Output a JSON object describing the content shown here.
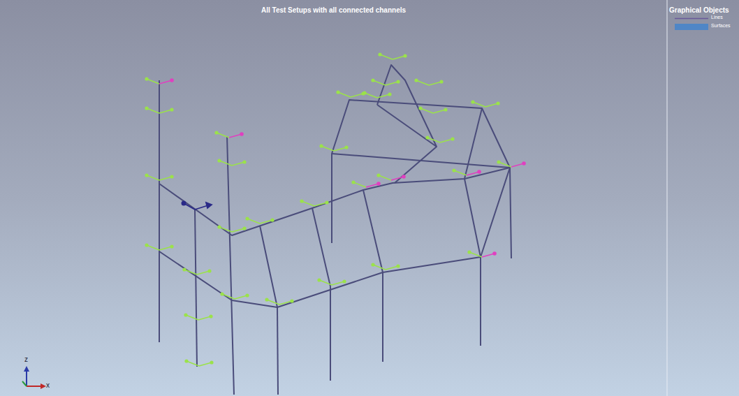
{
  "diagram": {
    "title": "All Test Setups with all connected channels",
    "labels": [
      "Graphical Objects",
      "z",
      "x"
    ],
    "legend": [
      {
        "text": "Lines"
      },
      {
        "text": "Surfaces",
        "color": "#4f86c6"
      }
    ]
  }
}
